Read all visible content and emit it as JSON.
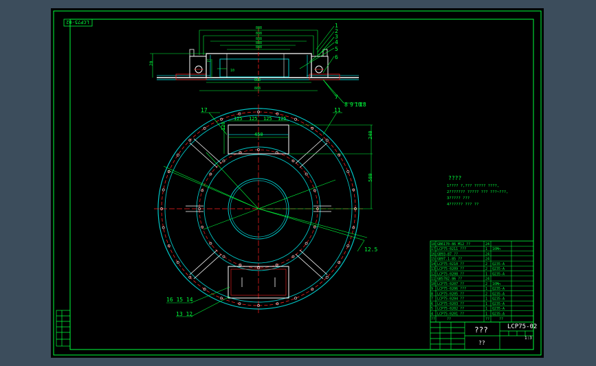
{
  "drawing": {
    "code": "LCP75-02",
    "code_rotated": "LCP75-02",
    "title_unknown": "???",
    "small_unknown": "??",
    "scale": "1:3",
    "notes_title": "????",
    "notes": [
      "1???? ?,??? ????? ????,",
      "2??????? ????? ??? ???~???,",
      "3????? ???",
      "4?????? ??? ??"
    ],
    "labels": {
      "top_numbers": [
        "1",
        "2",
        "3",
        "4",
        "5",
        "6"
      ],
      "bottom_right": [
        "7",
        "8",
        "9",
        "10",
        "18"
      ],
      "plan_callout_17": "17",
      "plan_callout_11": "11",
      "callout_16_15_14": "16 15 14",
      "callout_13_12": "13 12",
      "roughness": "12.5",
      "dim_125": [
        "125",
        "125",
        "125",
        "125"
      ],
      "dim_450": "450",
      "dim_120": "120",
      "dim_240": "240",
      "dim_580": "580",
      "dim_10": "10",
      "dim_20": "20",
      "dim_12": "12"
    },
    "bom_rows": [
      {
        "no": "18",
        "code": "GB6170-86 M12 ??",
        "qty": "24",
        "mat": ""
      },
      {
        "no": "17",
        "code": "LCP75-0211 ???",
        "qty": "1",
        "mat": "16Mn"
      },
      {
        "no": "16",
        "code": "GB93-87 ??",
        "qty": "24",
        "mat": ""
      },
      {
        "no": "15",
        "code": "GB97.1-85 ??",
        "qty": "24",
        "mat": ""
      },
      {
        "no": "14",
        "code": "LCP75-0210 ??",
        "qty": "2",
        "mat": "Q235-A"
      },
      {
        "no": "13",
        "code": "LCP75-0209 ??",
        "qty": "2",
        "mat": "Q235-A"
      },
      {
        "no": "12",
        "code": "LCP75-0208 ??",
        "qty": "1",
        "mat": "Q235-A"
      },
      {
        "no": "11",
        "code": "GB5782-86 ??",
        "qty": "24",
        "mat": ""
      },
      {
        "no": "10",
        "code": "LCP75-0207 ??",
        "qty": "2",
        "mat": "16Mn"
      },
      {
        "no": "9",
        "code": "LCP75-0206 ???",
        "qty": "1",
        "mat": "Q235-A"
      },
      {
        "no": "8",
        "code": "LCP75-0205 ??",
        "qty": "2",
        "mat": "Q235-A"
      },
      {
        "no": "7",
        "code": "LCP75-0204 ??",
        "qty": "1",
        "mat": "Q235-A"
      },
      {
        "no": "6",
        "code": "LCP75-0203 ??",
        "qty": "1",
        "mat": "Q235-A"
      },
      {
        "no": "5",
        "code": "LCP75-0202 ??",
        "qty": "1",
        "mat": "Q235-A"
      },
      {
        "no": "4",
        "code": "LCP75-0201 ??",
        "qty": "1",
        "mat": "Q235-A"
      }
    ],
    "bom_header": {
      "no": "??",
      "code": "??",
      "qty": "??",
      "mat": "??"
    }
  },
  "colors": {
    "frame_bg": "#000000",
    "outer_bg": "#3c4d5c",
    "green": "#00ff3c",
    "white": "#ffffff",
    "cyan": "#00c8c8",
    "red": "#ff2020",
    "yellow": "#ffe000"
  }
}
